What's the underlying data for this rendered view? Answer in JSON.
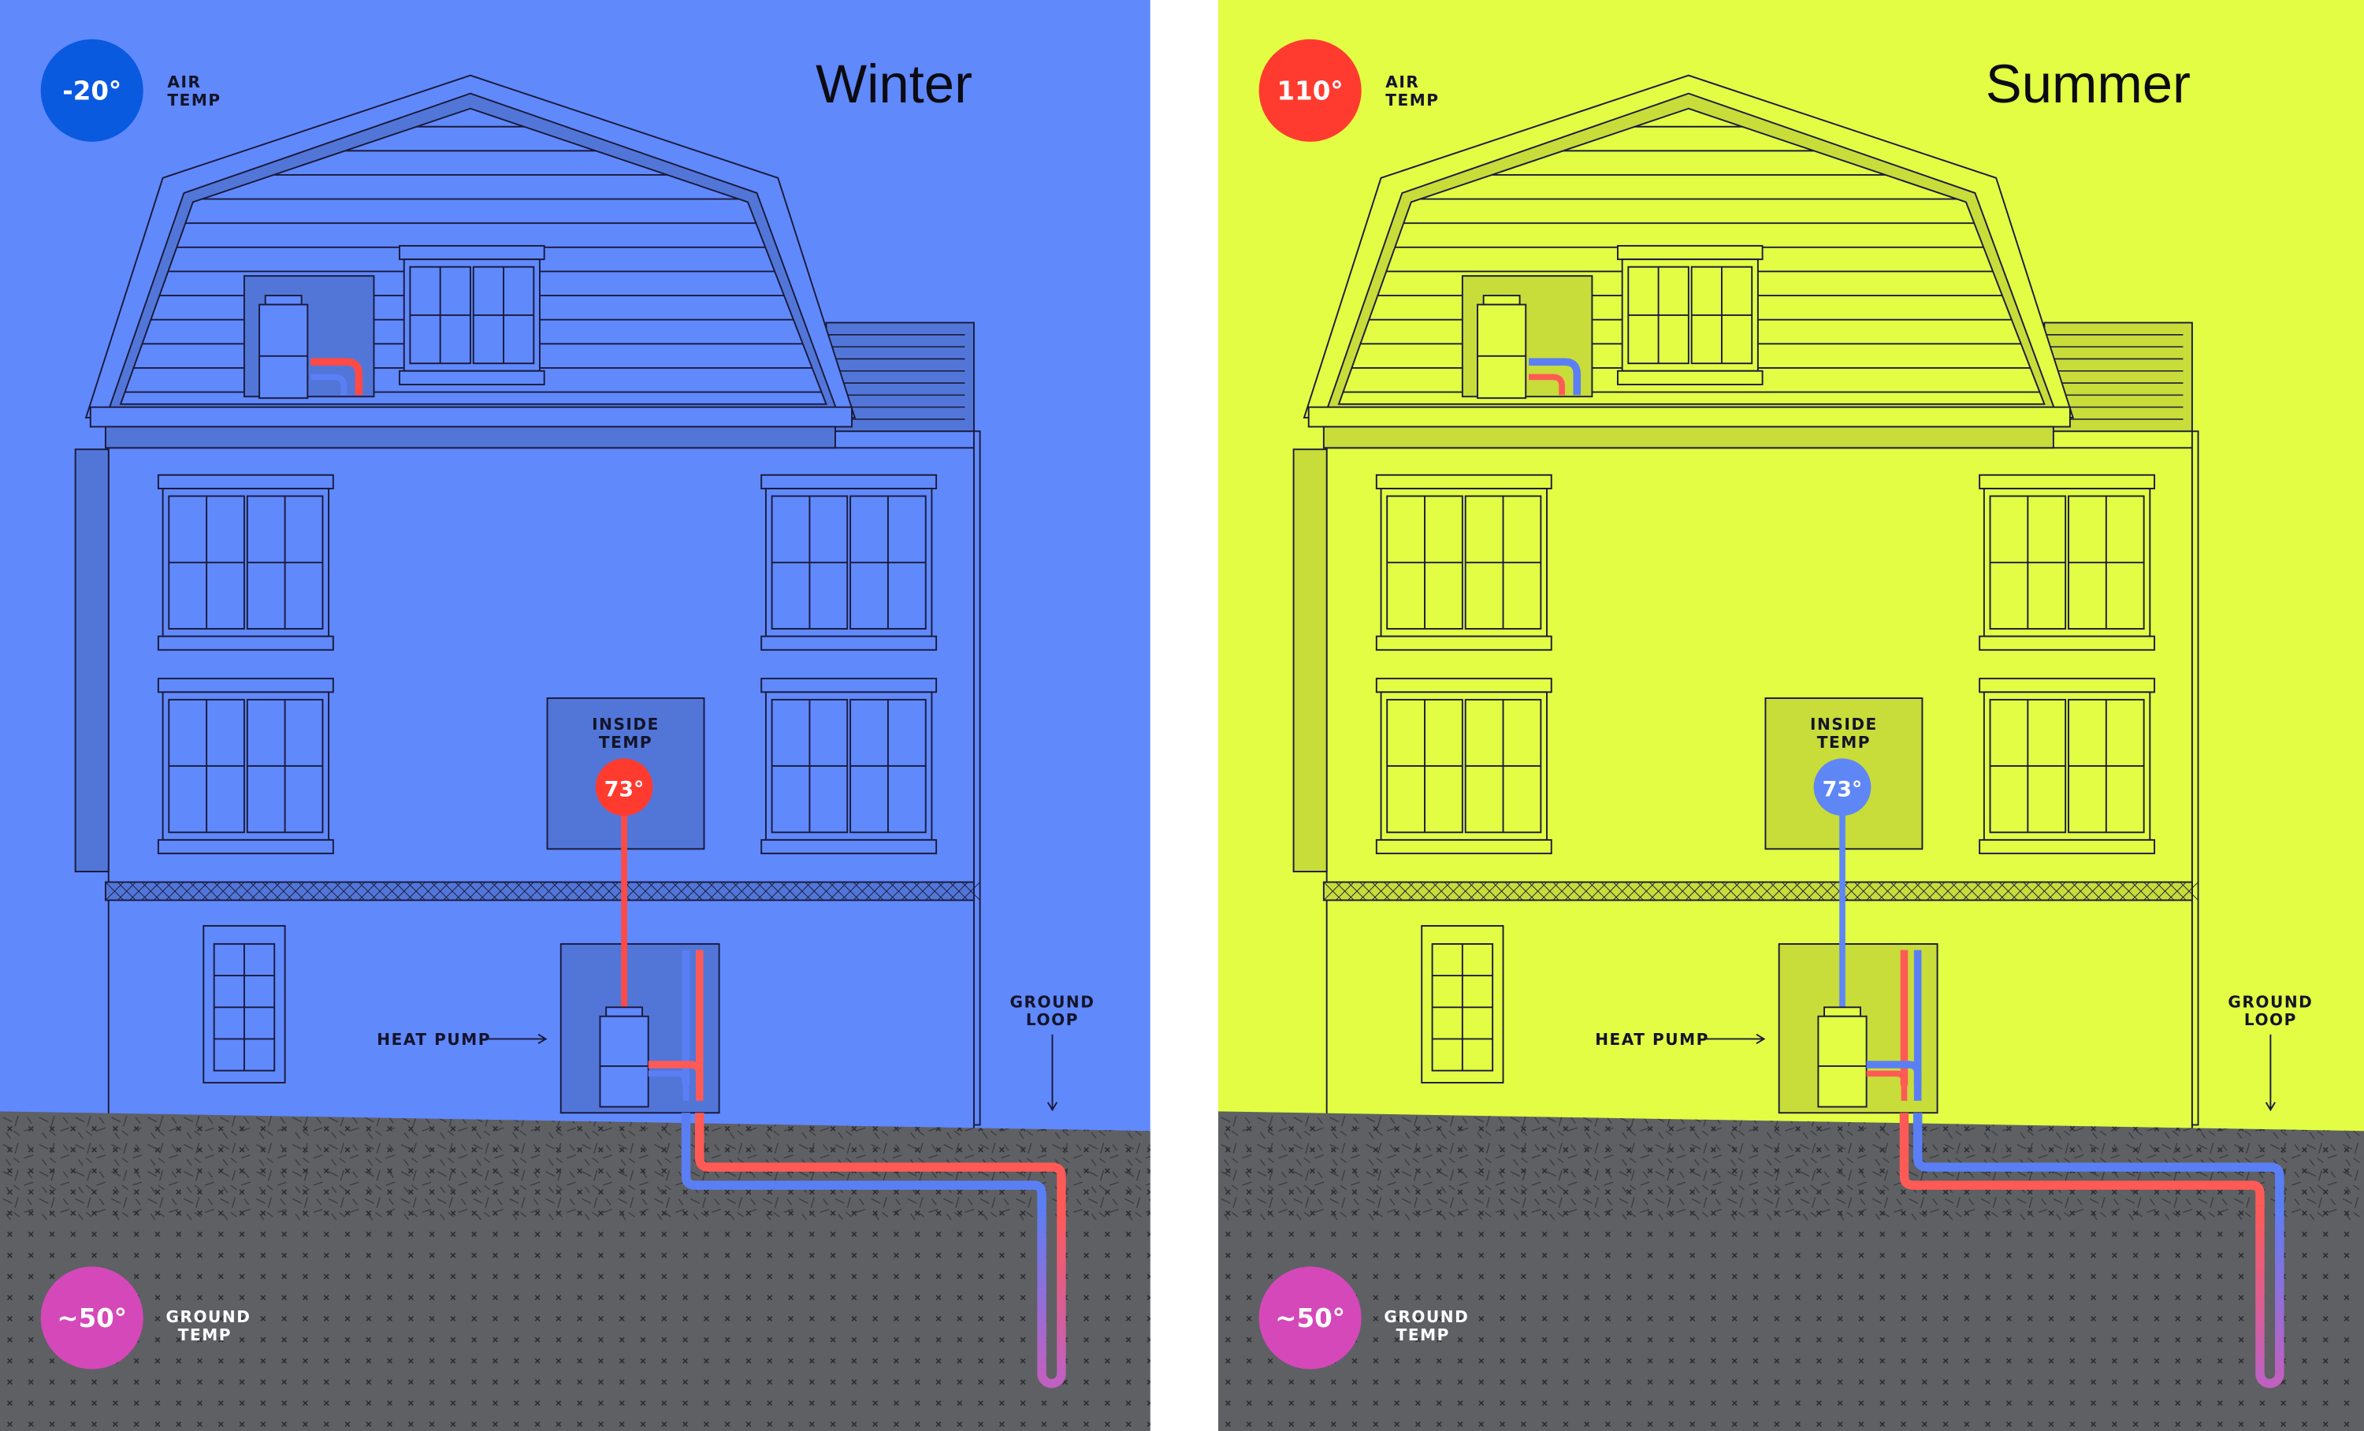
{
  "panels": [
    {
      "season": "Winter",
      "air_temp": "-20°",
      "air_label": [
        "AIR",
        "TEMP"
      ],
      "inside_label": [
        "INSIDE",
        "TEMP"
      ],
      "inside_temp": "73°",
      "heat_pump_label": "HEAT PUMP",
      "ground_loop_label": [
        "GROUND",
        "LOOP"
      ],
      "ground_temp": "~50°",
      "ground_label": [
        "GROUND",
        "TEMP"
      ],
      "colors": {
        "background": "#6089fc",
        "house_shade": "#5276d8",
        "air_badge": "#0a5ae0",
        "inside_badge": "#ff3b30",
        "indoor_pipe": "#ff4a45",
        "outer_loop_pipe": "#ff5a55",
        "inner_loop_pipe": "#5a7ff5"
      }
    },
    {
      "season": "Summer",
      "air_temp": "110°",
      "air_label": [
        "AIR",
        "TEMP"
      ],
      "inside_label": [
        "INSIDE",
        "TEMP"
      ],
      "inside_temp": "73°",
      "heat_pump_label": "HEAT PUMP",
      "ground_loop_label": [
        "GROUND",
        "LOOP"
      ],
      "ground_temp": "~50°",
      "ground_label": [
        "GROUND",
        "TEMP"
      ],
      "colors": {
        "background": "#e2fd44",
        "house_shade": "#c8dc3a",
        "air_badge": "#ff3b30",
        "inside_badge": "#5f86f5",
        "indoor_pipe": "#5f86f5",
        "outer_loop_pipe": "#5a7ff5",
        "inner_loop_pipe": "#ff5a55"
      }
    }
  ],
  "colors": {
    "ground": "#5f6064",
    "ground_temp_badge": "#d548b9",
    "line": "#1a1a3a"
  }
}
